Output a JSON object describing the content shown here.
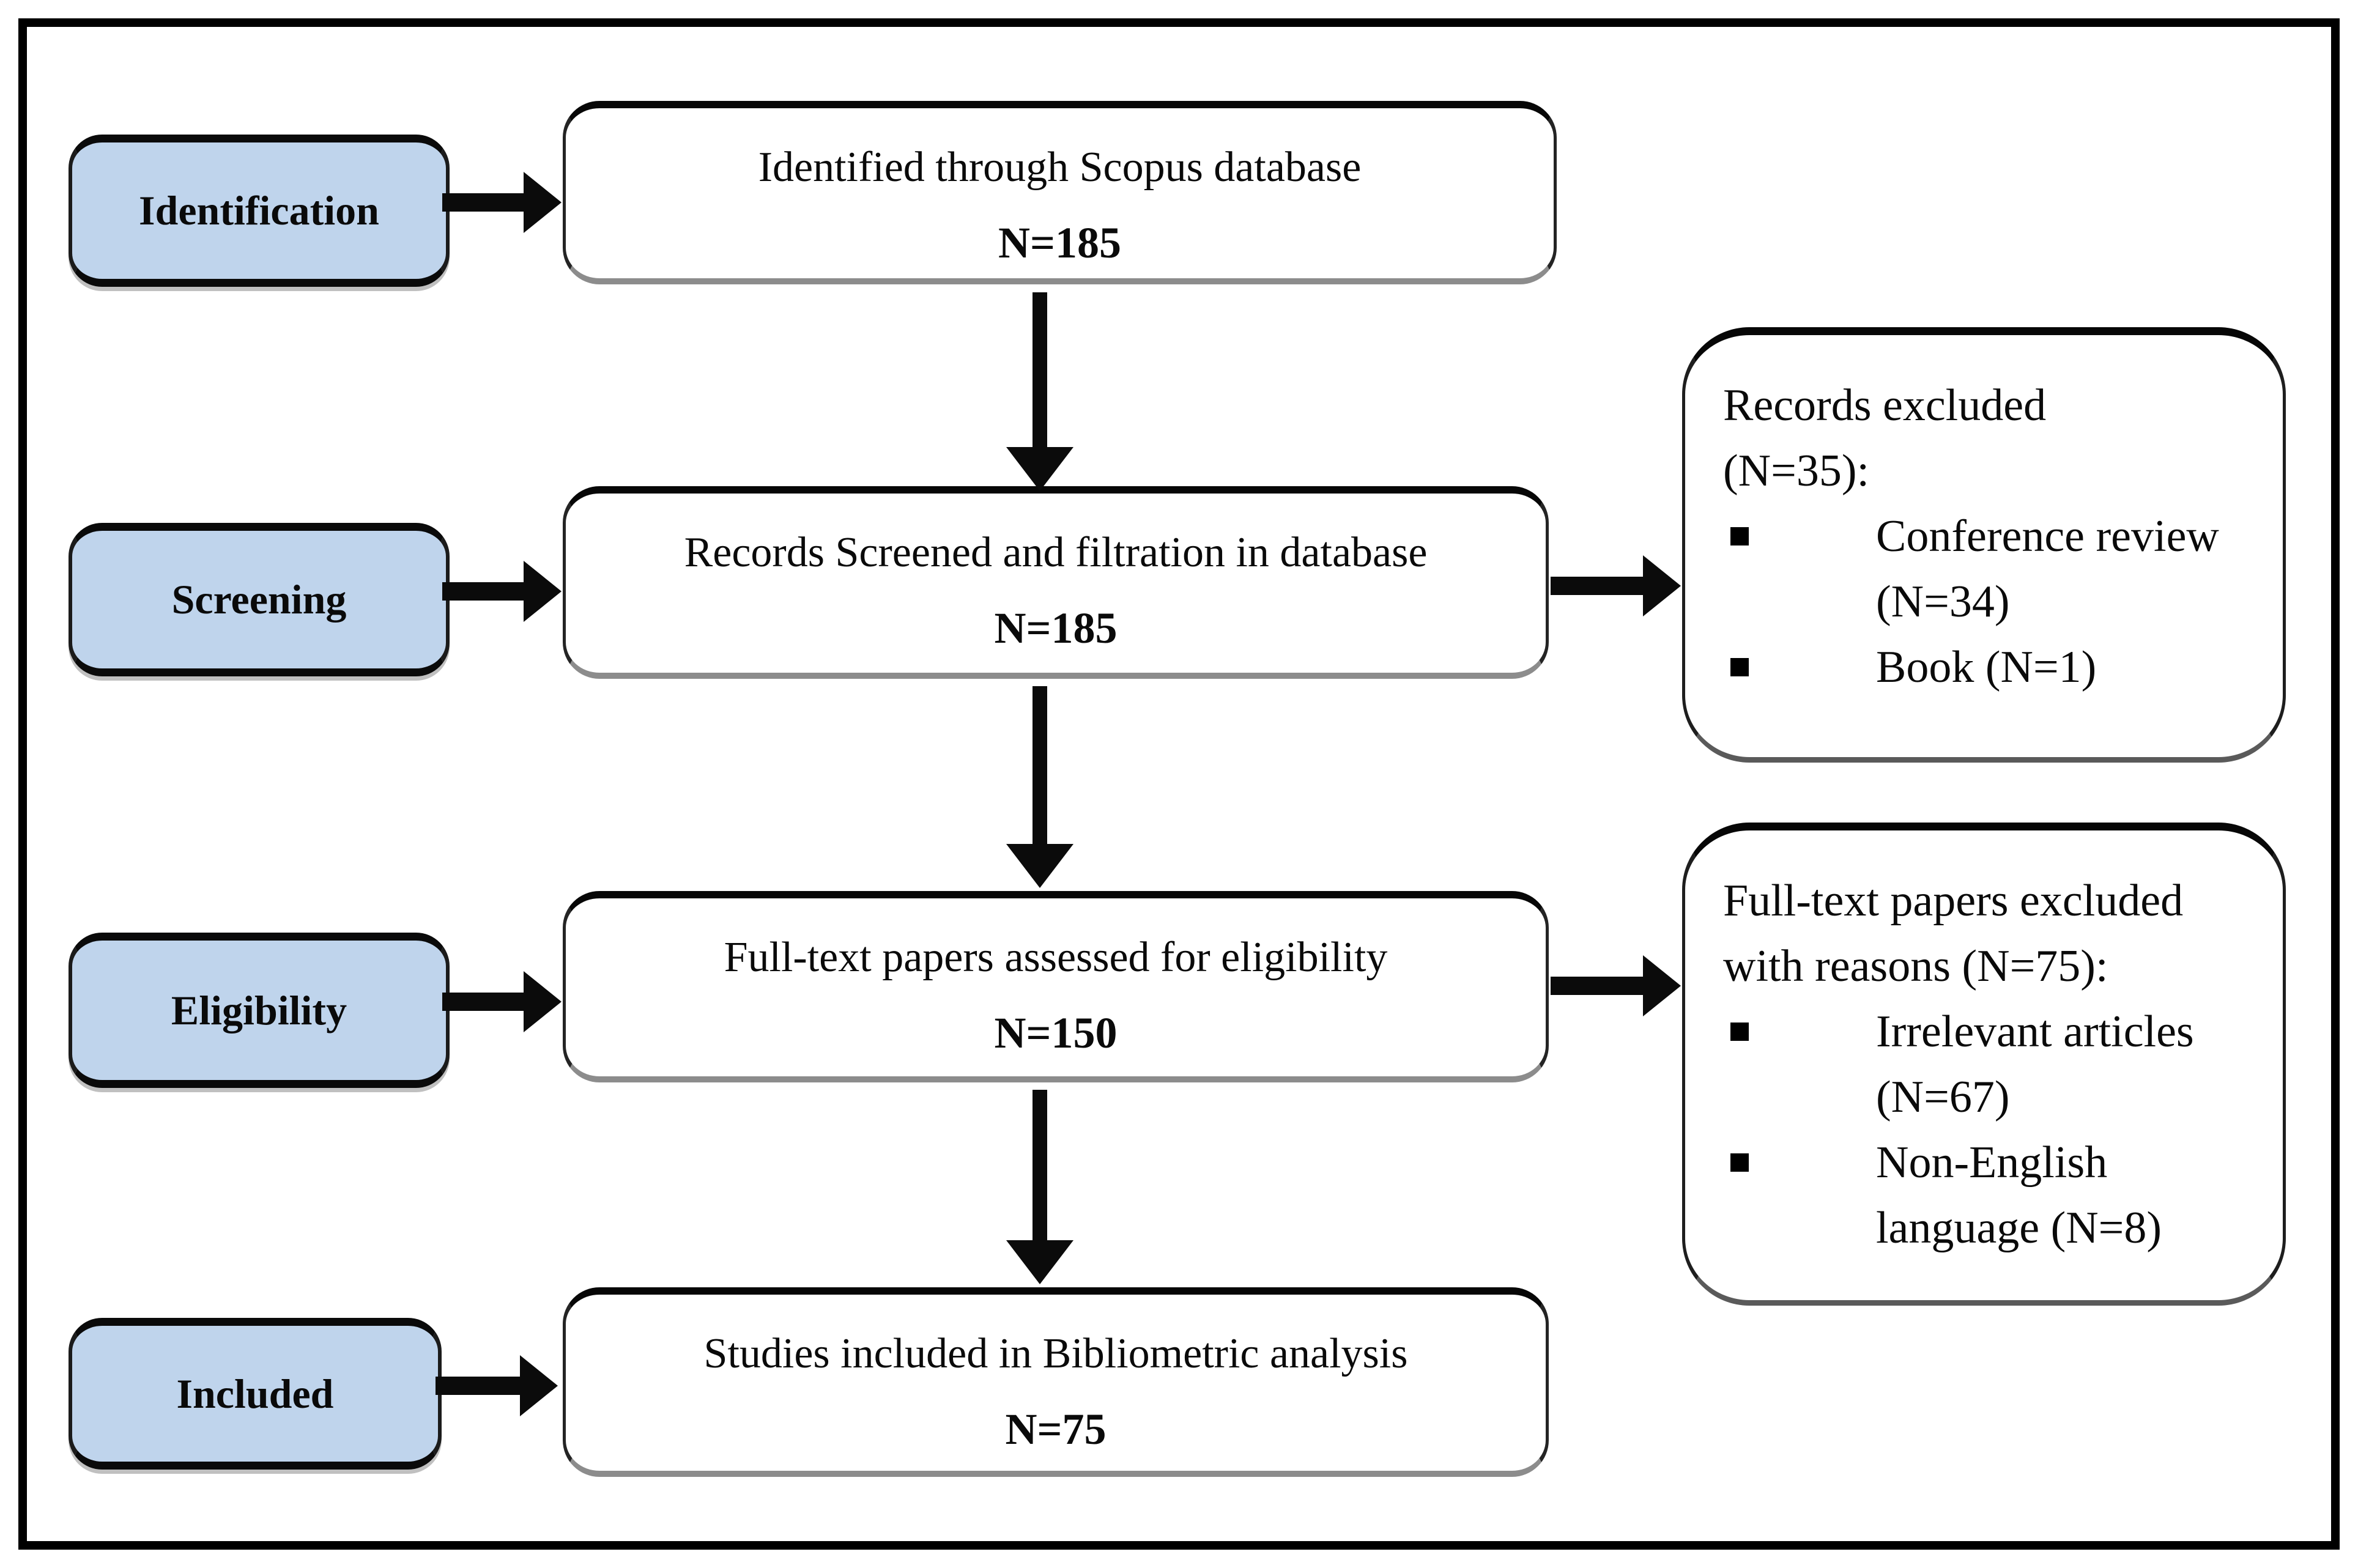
{
  "figure": {
    "type": "prisma-flow-diagram",
    "stages": [
      {
        "label": "Identification"
      },
      {
        "label": "Screening"
      },
      {
        "label": "Eligibility"
      },
      {
        "label": "Included"
      }
    ],
    "process_boxes": [
      {
        "line1": "Identified through Scopus database",
        "count": "N=185"
      },
      {
        "line1": "Records Screened and filtration in database",
        "count": "N=185"
      },
      {
        "line1": "Full-text papers assessed for eligibility",
        "count": "N=150"
      },
      {
        "line1": "Studies included in Bibliometric analysis",
        "count": "N=75"
      }
    ],
    "exclusion_boxes": [
      {
        "heading_lines": [
          "Records excluded",
          "(N=35):"
        ],
        "items": [
          {
            "lines": [
              "Conference review",
              "(N=34)"
            ]
          },
          {
            "lines": [
              "Book (N=1)"
            ]
          }
        ]
      },
      {
        "heading_lines": [
          "Full-text papers excluded",
          "with reasons (N=75):"
        ],
        "items": [
          {
            "lines": [
              "Irrelevant articles",
              "(N=67)"
            ]
          },
          {
            "lines": [
              "Non-English",
              "language (N=8)"
            ]
          }
        ]
      }
    ],
    "colors": {
      "stage_fill": "#bfd4ec",
      "ink": "#0b0b0b",
      "shadow": "#8c8c8c"
    }
  }
}
